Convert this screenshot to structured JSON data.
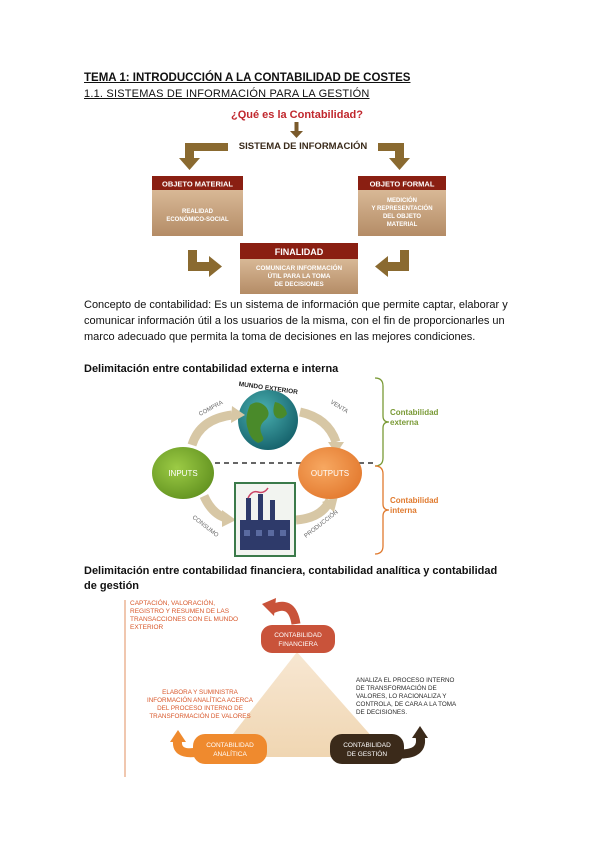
{
  "heading": {
    "title": "TEMA 1: INTRODUCCIÓN A LA CONTABILIDAD DE COSTES",
    "subtitle": "1.1. SISTEMAS DE INFORMACIÓN PARA LA GESTIÓN"
  },
  "diagram1": {
    "question": "¿Qué es la Contabilidad?",
    "system": "SISTEMA DE INFORMACIÓN",
    "objeto_material": {
      "title": "OBJETO MATERIAL",
      "body": [
        "REALIDAD",
        "ECONÓMICO-SOCIAL"
      ]
    },
    "objeto_formal": {
      "title": "OBJETO FORMAL",
      "body": [
        "MEDICIÓN",
        "Y REPRESENTACIÓN",
        "DEL OBJETO",
        "MATERIAL"
      ]
    },
    "finalidad": {
      "title": "FINALIDAD",
      "body": [
        "COMUNICAR INFORMACIÓN",
        "ÚTIL PARA LA TOMA",
        "DE DECISIONES"
      ]
    },
    "colors": {
      "dark": "#8a1f12",
      "light": "#c9a27c",
      "arrow": "#7a5a2b",
      "accent": "#c0272d"
    }
  },
  "concept": {
    "text": "Concepto de contabilidad: Es un sistema de información que permite captar, elaborar y comunicar información útil a los usuarios de la misma, con el fin de proporcionarles un marco adecuado que permita la toma de decisiones en las mejores condiciones."
  },
  "section2": {
    "heading": "Delimitación entre contabilidad externa e interna",
    "globe_label": "MUNDO EXTERIOR",
    "inputs": "INPUTS",
    "outputs": "OUTPUTS",
    "compra": "COMPRA",
    "venta": "VENTA",
    "consumo": "CONSUMO",
    "produccion": "PRODUCCIÓN",
    "externa": [
      "Contabilidad",
      "externa"
    ],
    "interna": [
      "Contabilidad",
      "interna"
    ],
    "colors": {
      "inputs": "#7aaa2a",
      "outputs": "#ee8a3d",
      "arrow": "#d7c7a5",
      "externa": "#7a9a36",
      "interna": "#e07a2e"
    }
  },
  "section3": {
    "heading": [
      "Delimitación entre contabilidad financiera, contabilidad analítica y contabilidad",
      "de gestión"
    ],
    "captacion": [
      "CAPTACIÓN, VALORACIÓN,",
      "REGISTRO Y RESUMEN DE LAS",
      "TRANSACCIONES CON EL MUNDO",
      "EXTERIOR"
    ],
    "financiera": [
      "CONTABILIDAD",
      "FINANCIERA"
    ],
    "analiza": [
      "ANALIZA EL PROCESO  INTERNO",
      "DE TRANSFORMACIÓN DE",
      "VALORES, LO RACIONALIZA Y",
      "CONTROLA, DE CARA A LA TOMA",
      "DE DECISIONES."
    ],
    "elabora": [
      "ELABORA Y SUMINISTRA",
      "INFORMACIÓN ANALÍTICA ACERCA",
      "DEL PROCESO INTERNO DE",
      "TRANSFORMACIÓN DE VALORES"
    ],
    "analitica": [
      "CONTABILIDAD",
      "ANALÍTICA"
    ],
    "gestion": [
      "CONTABILIDAD",
      "DE GESTIÓN"
    ],
    "colors": {
      "financiera": "#c9533a",
      "analitica": "#ef8a2e",
      "gestion": "#3b2a1a",
      "text_orange": "#d8572a"
    }
  }
}
